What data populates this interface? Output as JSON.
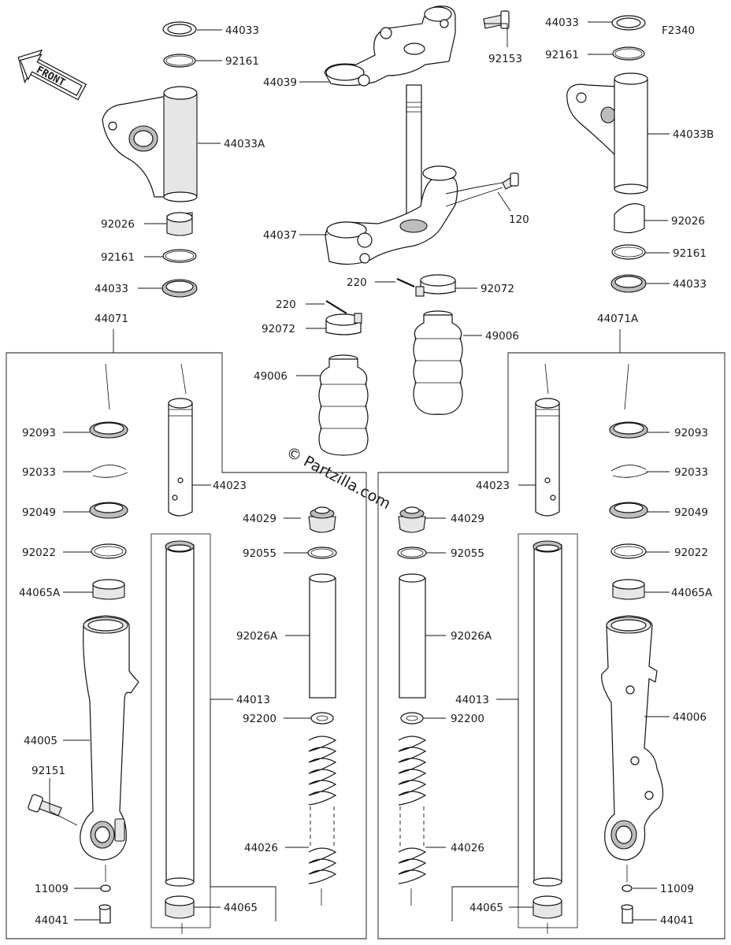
{
  "diagram_id": "F2340",
  "direction_label": "FRONT",
  "watermark": "© Partzilla.com",
  "labels": {
    "l_44033_tl": "44033",
    "l_92161_tl": "92161",
    "l_44033A": "44033A",
    "l_92026_l": "92026",
    "l_92161_l": "92161",
    "l_44033_l": "44033",
    "l_44071": "44071",
    "l_44039": "44039",
    "l_92153": "92153",
    "l_44037": "44037",
    "l_120": "120",
    "l_220_a": "220",
    "l_92072_a": "92072",
    "l_220_b": "220",
    "l_92072_b": "92072",
    "l_49006_a": "49006",
    "l_49006_b": "49006",
    "l_44033_tr": "44033",
    "l_92161_tr": "92161",
    "l_44033B": "44033B",
    "l_92026_r": "92026",
    "l_92161_r": "92161",
    "l_44033_r": "44033",
    "l_44071A": "44071A",
    "l_92093_l": "92093",
    "l_92033_l": "92033",
    "l_92049_l": "92049",
    "l_92022_l": "92022",
    "l_44065A_l": "44065A",
    "l_44005": "44005",
    "l_92151": "92151",
    "l_11009_l": "11009",
    "l_44041_l": "44041",
    "l_44023_l": "44023",
    "l_44013_l": "44013",
    "l_44065_l": "44065",
    "l_44029_l": "44029",
    "l_92055_l": "92055",
    "l_92026A_l": "92026A",
    "l_92200_l": "92200",
    "l_44026_l": "44026",
    "l_44029_r": "44029",
    "l_92055_r": "92055",
    "l_92026A_r": "92026A",
    "l_92200_r": "92200",
    "l_44026_r": "44026",
    "l_44023_r": "44023",
    "l_44013_r": "44013",
    "l_44065_r": "44065",
    "l_92093_r": "92093",
    "l_92033_r": "92033",
    "l_92049_r": "92049",
    "l_92022_r": "92022",
    "l_44065A_r": "44065A",
    "l_44006": "44006",
    "l_11009_r": "11009",
    "l_44041_r": "44041"
  }
}
